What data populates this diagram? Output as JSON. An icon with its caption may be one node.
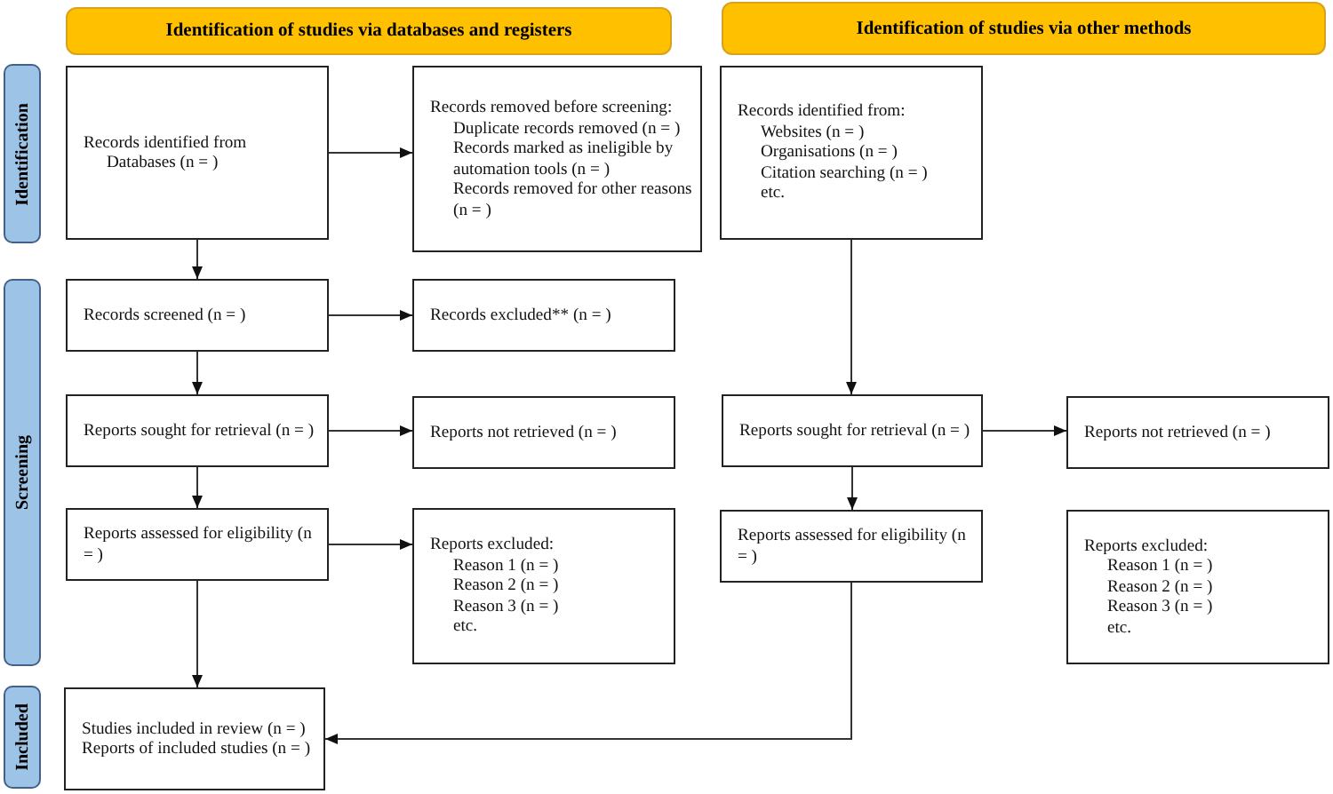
{
  "diagram": {
    "nodes": [
      {
        "text": [
          "Identification of studies via databases and registers"
        ]
      },
      {
        "text": [
          "Identification of studies via other methods"
        ]
      },
      {
        "text": [
          "Identification"
        ]
      },
      {
        "text": [
          "Screening"
        ]
      },
      {
        "text": [
          "Included"
        ]
      },
      {
        "text": [
          "Records identified from",
          "Databases (n = )"
        ]
      },
      {
        "text": [
          "Records removed before screening:",
          "Duplicate records removed (n = )",
          "Records marked as ineligible by automation tools (n = )",
          "Records removed for other reasons (n = )"
        ]
      },
      {
        "text": [
          "Records identified from:",
          "Websites (n = )",
          "Organisations (n = )",
          "Citation searching (n = )",
          "etc."
        ]
      },
      {
        "text": [
          "Records screened (n = )"
        ]
      },
      {
        "text": [
          "Records excluded** (n = )"
        ]
      },
      {
        "text": [
          "Reports sought for retrieval (n = )"
        ]
      },
      {
        "text": [
          "Reports not retrieved (n = )"
        ]
      },
      {
        "text": [
          "Reports assessed for eligibility (n = )"
        ]
      },
      {
        "text": [
          "Reports excluded:",
          "Reason 1 (n = )",
          "Reason 2 (n = )",
          "Reason 3 (n = )",
          "etc."
        ]
      },
      {
        "text": [
          "Reports sought for retrieval (n = )"
        ]
      },
      {
        "text": [
          "Reports not retrieved (n = )"
        ]
      },
      {
        "text": [
          "Reports assessed for eligibility (n = )"
        ]
      },
      {
        "text": [
          "Reports excluded:",
          "Reason 1 (n = )",
          "Reason 2 (n = )",
          "Reason 3 (n = )",
          "etc."
        ]
      },
      {
        "text": [
          "Studies included in review (n = )",
          "Reports of included studies (n = )"
        ]
      }
    ],
    "edges": [
      {
        "from": 5,
        "to": 6,
        "arrow": "to"
      },
      {
        "from": 5,
        "to": 8,
        "arrow": "to"
      },
      {
        "from": 8,
        "to": 9,
        "arrow": "to"
      },
      {
        "from": 8,
        "to": 10,
        "arrow": "to"
      },
      {
        "from": 10,
        "to": 11,
        "arrow": "to"
      },
      {
        "from": 10,
        "to": 12,
        "arrow": "to"
      },
      {
        "from": 12,
        "to": 13,
        "arrow": "to"
      },
      {
        "from": 12,
        "to": 18,
        "arrow": "to"
      },
      {
        "from": 7,
        "to": 14,
        "arrow": "to"
      },
      {
        "from": 14,
        "to": 15,
        "arrow": "to"
      },
      {
        "from": 14,
        "to": 16,
        "arrow": "to"
      },
      {
        "from": 16,
        "to": 18,
        "arrow": "to"
      }
    ]
  }
}
